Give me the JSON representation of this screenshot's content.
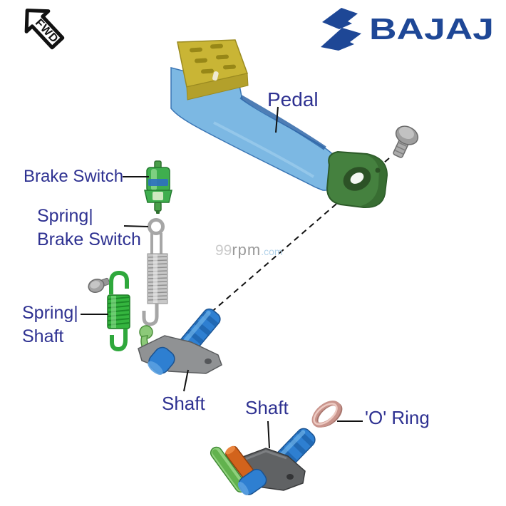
{
  "fwd_badge": {
    "label": "FWD"
  },
  "brand": {
    "name": "BAJAJ",
    "color": "#1e4796"
  },
  "watermark": {
    "prefix": "99",
    "mid": "rpm",
    "suffix": ".com"
  },
  "labels": {
    "pedal": "Pedal",
    "brake_switch": "Brake Switch",
    "spring_brake_switch": [
      "Spring|",
      "Brake Switch"
    ],
    "spring_shaft": [
      "Spring|",
      "Shaft"
    ],
    "shaft_mid": "Shaft",
    "shaft_bottom": "Shaft",
    "o_ring": "'O' Ring"
  },
  "colors": {
    "label_text": "#2e3191",
    "leader_line": "#000000",
    "brand_blue": "#1e4796",
    "pedal_arm_blue": "#7cb8e3",
    "pedal_pad_yellow": "#c9b535",
    "clamp_green": "#45813f",
    "switch_green": "#3fae4e",
    "spring_gray": "#b9b9b9",
    "spring_green": "#35b53f",
    "shaft_blue": "#2e7fd1",
    "lever_gray": "#909294",
    "lever_dark_gray": "#606264",
    "rod_orange": "#d2631c",
    "rod_green": "#8fd07c",
    "oring_copper": "#c9948c",
    "watermark_gray": "#9a9a9a",
    "watermark_blue": "#b3d3ea"
  }
}
